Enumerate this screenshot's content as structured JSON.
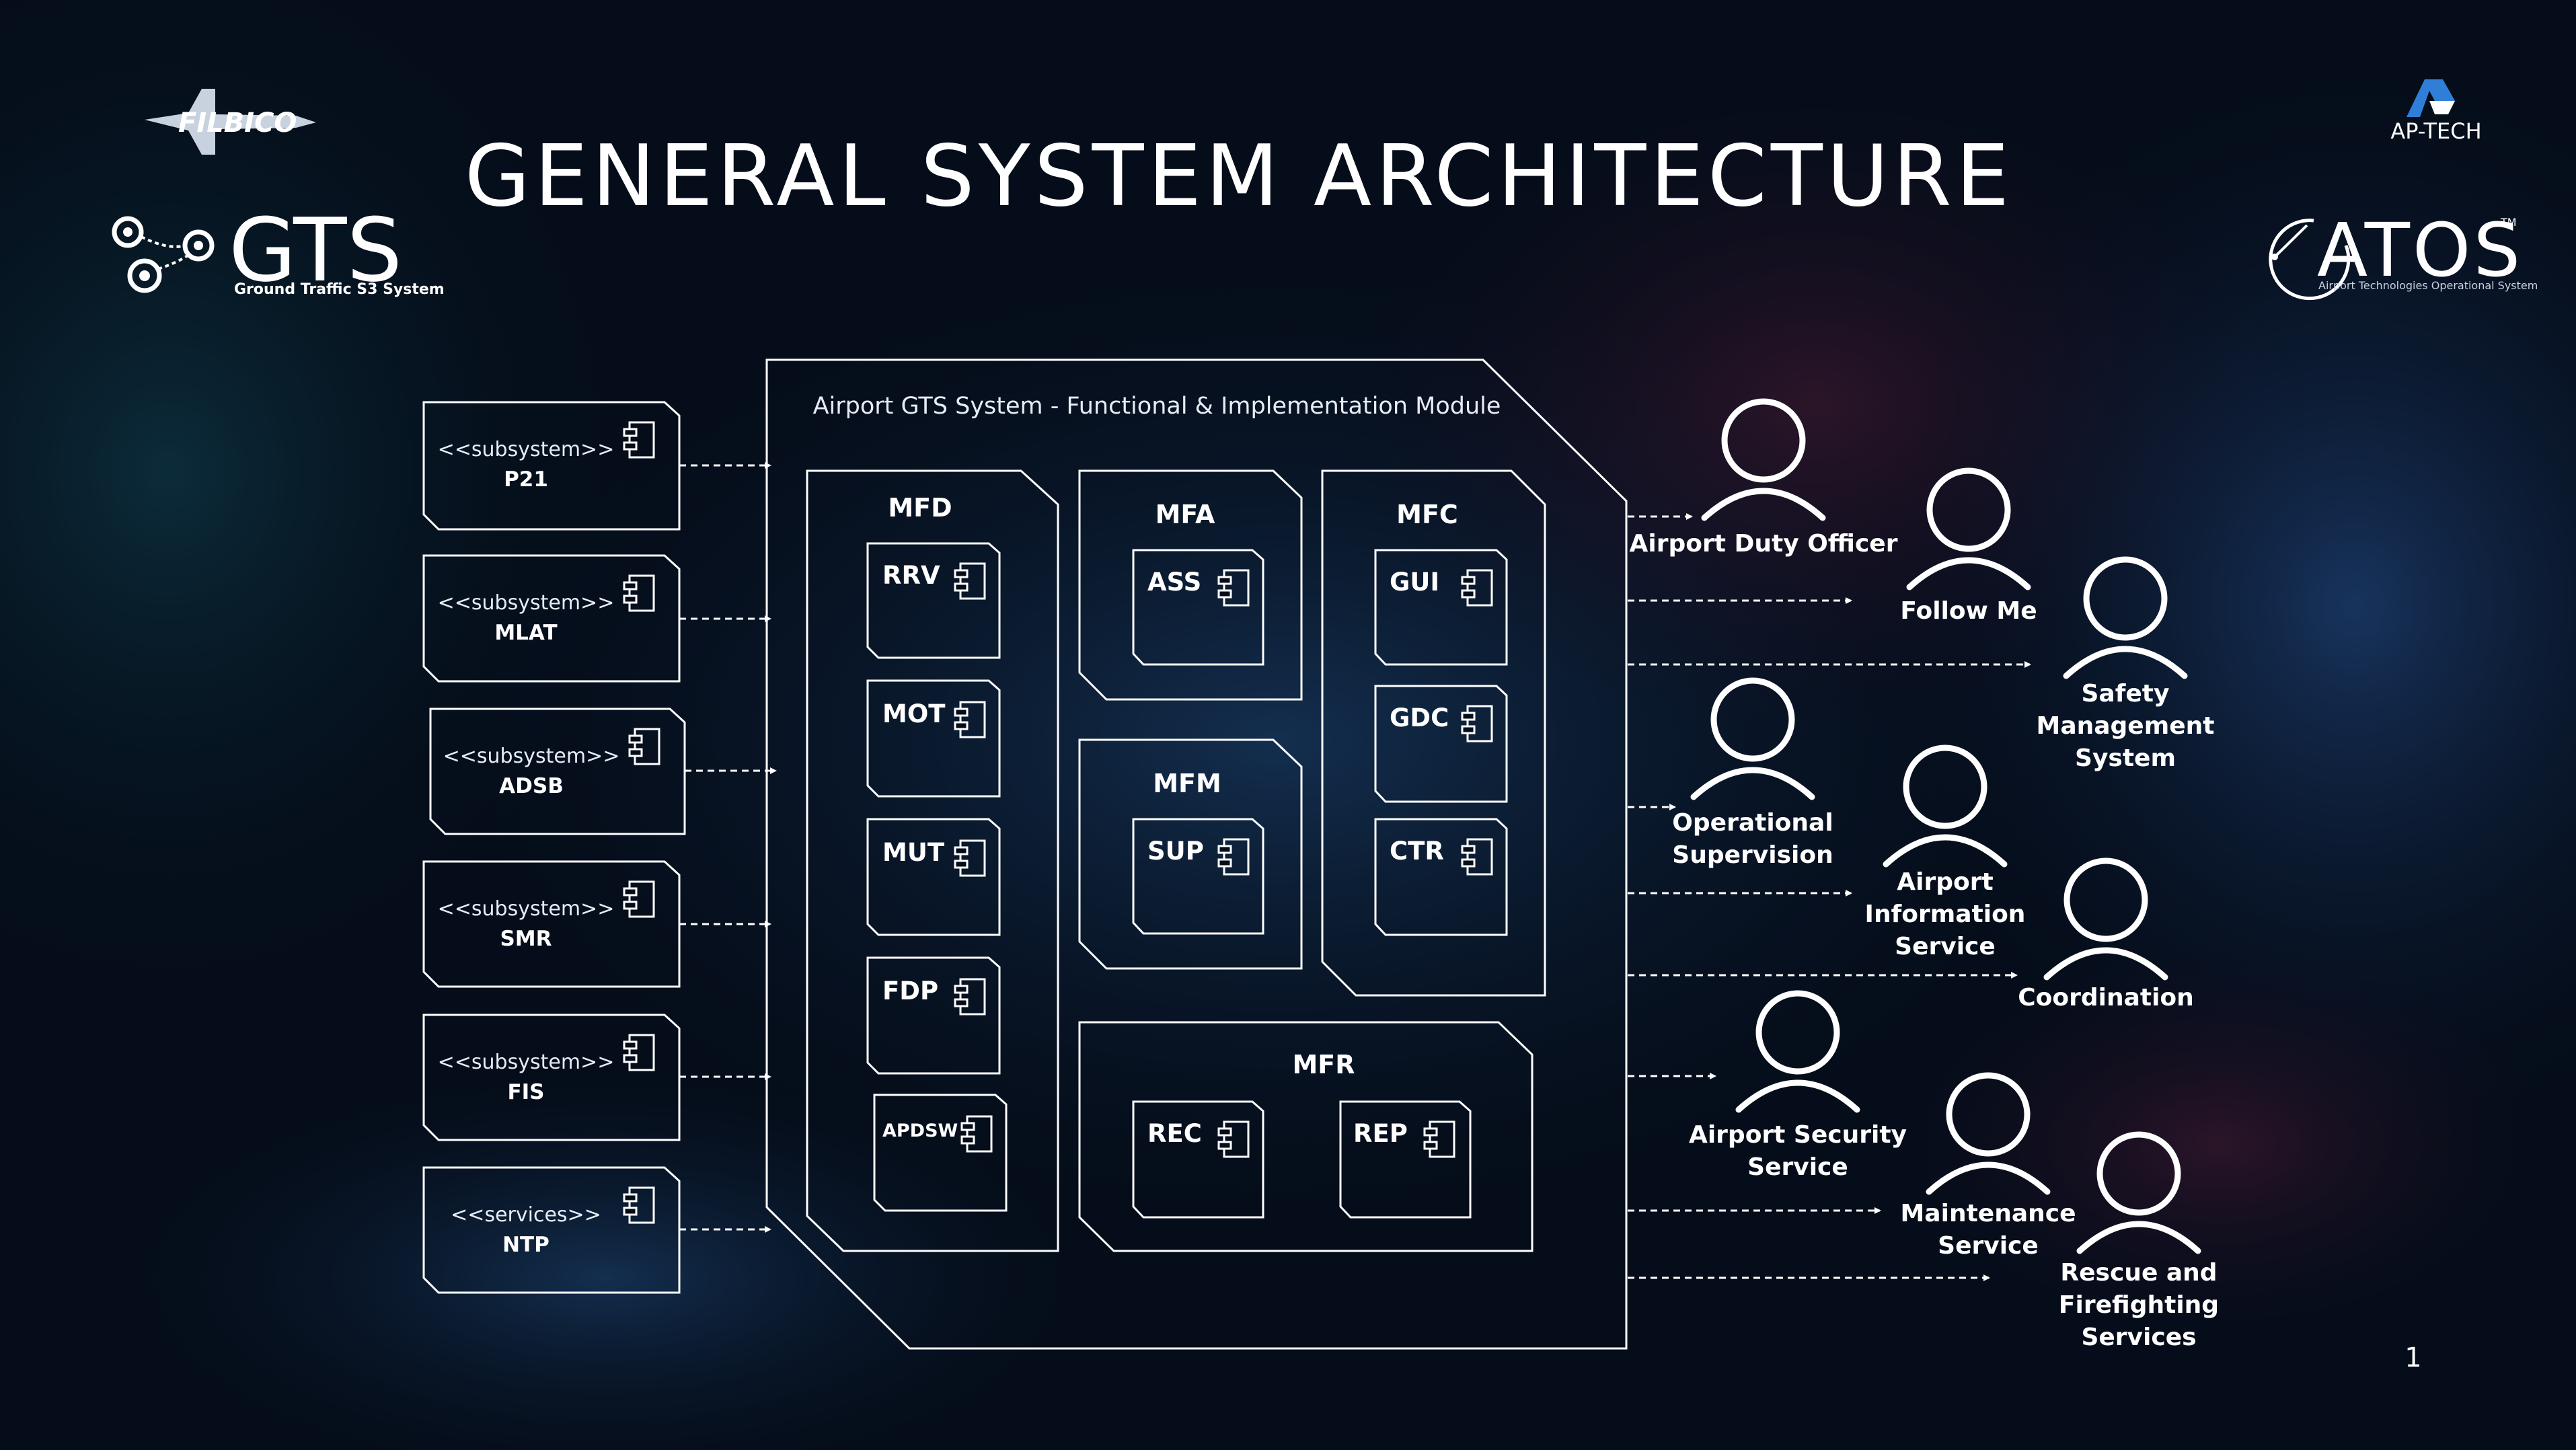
{
  "title": "GENERAL SYSTEM ARCHITECTURE",
  "logos": {
    "filbico": "FILBICO",
    "gts": "GTS",
    "gts_subtitle": "Ground Traffic S3 System",
    "aptech": "AP-TECH",
    "atos": "ATOS",
    "atos_tm": "TM",
    "atos_subtitle": "Airport Technologies Operational System"
  },
  "main_module_label": "Airport GTS System - Functional & Implementation Module",
  "inputs": [
    {
      "stereotype": "<<subsystem>>",
      "name": "P21"
    },
    {
      "stereotype": "<<subsystem>>",
      "name": "MLAT"
    },
    {
      "stereotype": "<<subsystem>>",
      "name": "ADSB"
    },
    {
      "stereotype": "<<subsystem>>",
      "name": "SMR"
    },
    {
      "stereotype": "<<subsystem>>",
      "name": "FIS"
    },
    {
      "stereotype": "<<services>>",
      "name": "NTP"
    }
  ],
  "modules": {
    "mfd": {
      "title": "MFD",
      "components": [
        "RRV",
        "MOT",
        "MUT",
        "FDP",
        "APDSW"
      ]
    },
    "mfa": {
      "title": "MFA",
      "components": [
        "ASS"
      ]
    },
    "mfm": {
      "title": "MFM",
      "components": [
        "SUP"
      ]
    },
    "mfc": {
      "title": "MFC",
      "components": [
        "GUI",
        "GDC",
        "CTR"
      ]
    },
    "mfr": {
      "title": "MFR",
      "components": [
        "REC",
        "REP"
      ]
    }
  },
  "actors": {
    "airport_duty_officer": [
      "Airport Duty Officer"
    ],
    "follow_me": [
      "Follow Me"
    ],
    "safety_management": [
      "Safety",
      "Management",
      "System"
    ],
    "operational_supervision": [
      "Operational",
      "Supervision"
    ],
    "airport_information": [
      "Airport",
      "Information",
      "Service"
    ],
    "coordination": [
      "Coordination"
    ],
    "airport_security": [
      "Airport Security",
      "Service"
    ],
    "maintenance": [
      "Maintenance",
      "Service"
    ],
    "rescue": [
      "Rescue and",
      "Firefighting",
      "Services"
    ]
  },
  "page_number": "1",
  "colors": {
    "background": "#050d1a",
    "line": "#ffffff",
    "accent_blue": "#2f7fd9"
  }
}
